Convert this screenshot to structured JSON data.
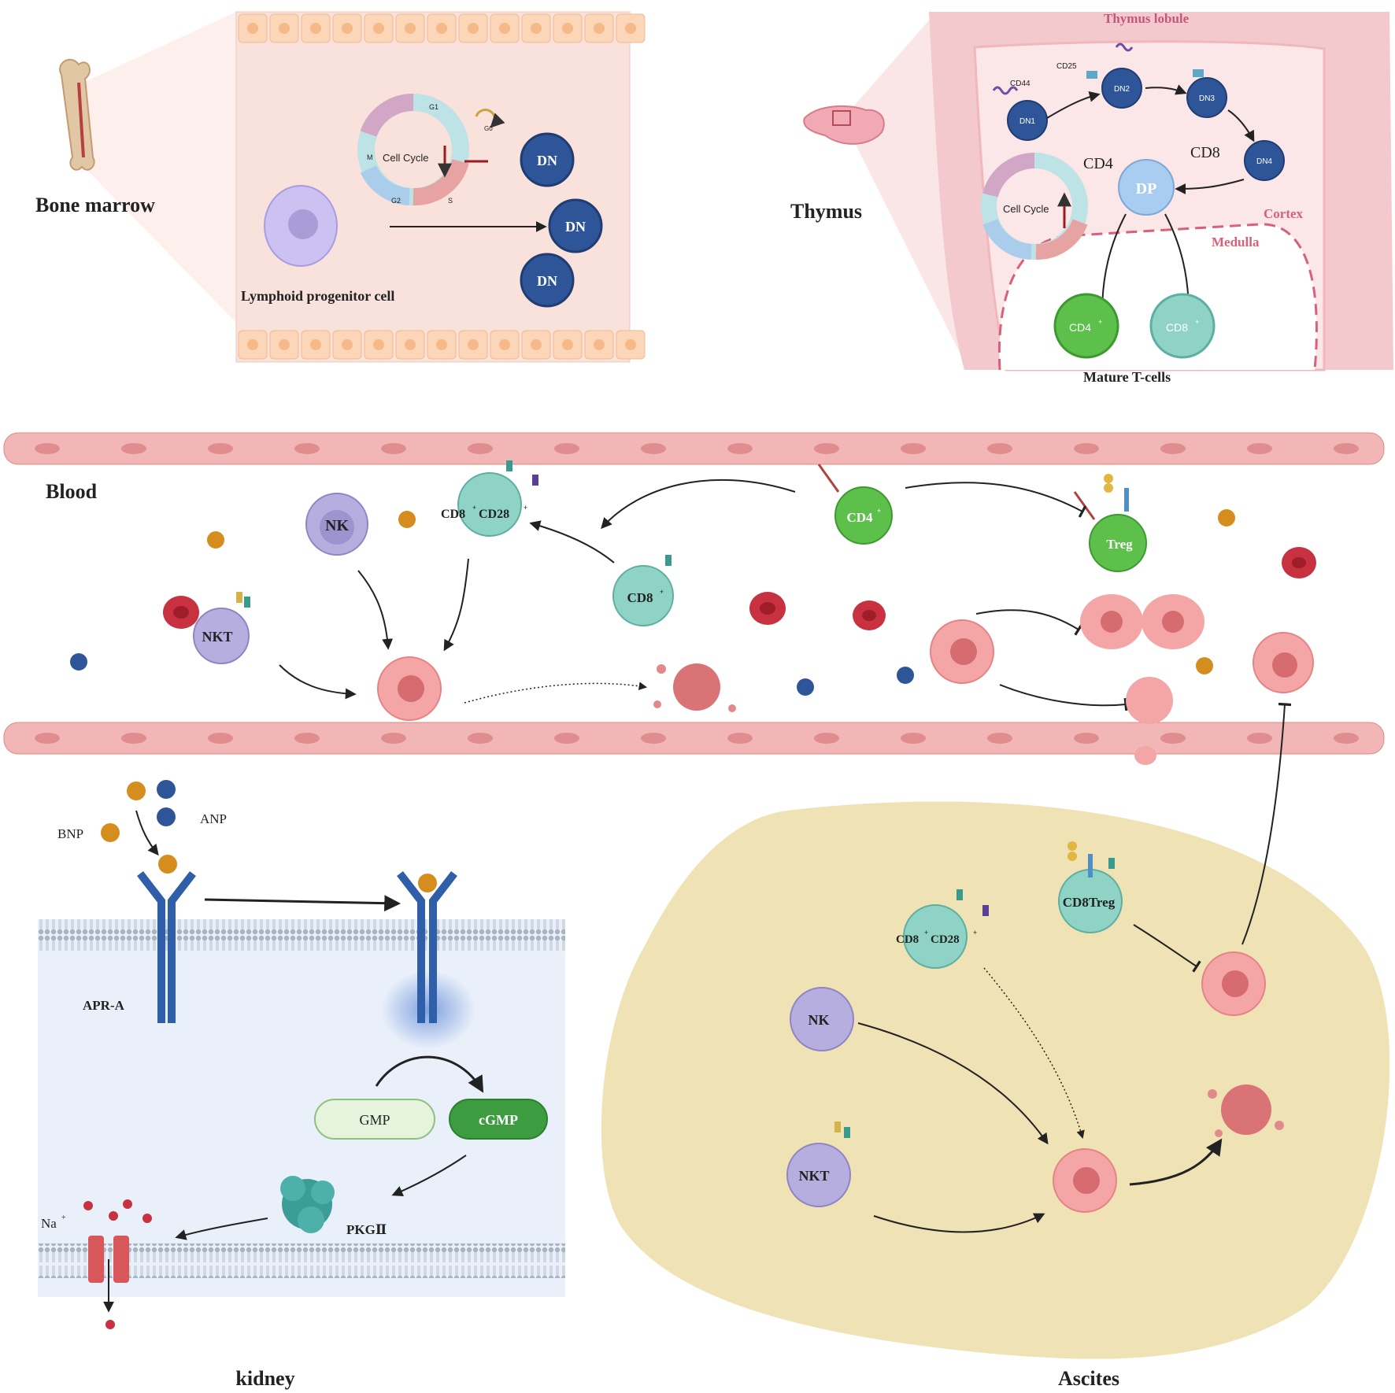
{
  "panels": {
    "bone_marrow": {
      "title": "Bone marrow",
      "progenitor_label": "Lymphoid progenitor cell",
      "cell_cycle_label": "Cell Cycle",
      "phases": [
        "G1",
        "S",
        "G2",
        "M",
        "G0"
      ],
      "dn_label": "DN"
    },
    "thymus": {
      "title": "Thymus",
      "lobule_label": "Thymus lobule",
      "cortex_label": "Cortex",
      "medulla_label": "Medulla",
      "markers": [
        "CD44",
        "CD25"
      ],
      "stages": [
        "DN1",
        "DN2",
        "DN3",
        "DN4"
      ],
      "dp_label": "DP",
      "cd4_label": "CD4",
      "cd8_label": "CD8",
      "cell_cycle_label": "Cell Cycle",
      "mature_cd4": "CD4",
      "mature_cd8": "CD8",
      "sup_plus": "+",
      "mature_label": "Mature T-cells"
    },
    "blood": {
      "title": "Blood",
      "nk": "NK",
      "nkt": "NKT",
      "cd8cd28": "CD8",
      "cd28": "CD28",
      "cd8": "CD8",
      "cd4": "CD4",
      "treg": "Treg",
      "plus": "+"
    },
    "kidney": {
      "title": "kidney",
      "bnp": "BNP",
      "anp": "ANP",
      "receptor": "APR-A",
      "gmp": "GMP",
      "cgmp": "cGMP",
      "pkg": "PKGⅡ",
      "na": "Na",
      "plus": "+"
    },
    "ascites": {
      "title": "Ascites",
      "cd8cd28": "CD8",
      "cd28": "CD28",
      "cd8treg": "CD8Treg",
      "nk": "NK",
      "nkt": "NKT",
      "plus": "+"
    }
  },
  "colors": {
    "vessel_wall": "#f3b6b6",
    "marrow_bg": "#f9e1dc",
    "thymus_bg": "#f4c9ce",
    "ascites_bg": "#efe2b4",
    "kidney_bg": "#e9f0fa",
    "dn_cell": "#2e5597",
    "cd4_cell": "#5cc04a",
    "cd8_cell": "#6cc6b7",
    "nk_cell": "#b7aee0",
    "tumor_cell": "#f09a9c",
    "receptor": "#2e5fa8",
    "cgmp": "#3c9c3f",
    "channel": "#d7575a"
  },
  "icons": [
    "bone-icon",
    "thymus-organ-icon",
    "red-blood-cell-icon",
    "tumor-cell-icon",
    "receptor-icon",
    "sodium-channel-icon",
    "pkg-protein-icon"
  ]
}
